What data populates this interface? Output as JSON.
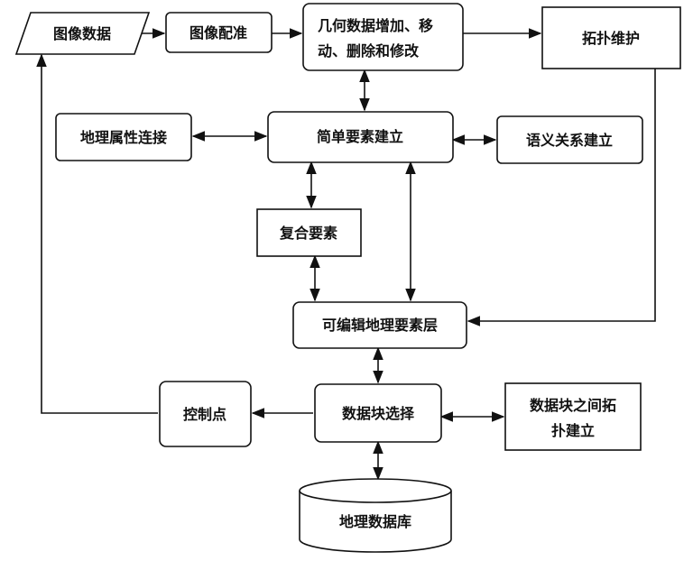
{
  "nodes": {
    "image_data": "图像数据",
    "image_registration": "图像配准",
    "geometry_edit_line1": "几何数据增加、移",
    "geometry_edit_line2": "动、删除和修改",
    "topology_maintain": "拓扑维护",
    "attribute_link": "地理属性连接",
    "simple_feature": "简单要素建立",
    "semantic_relation": "语义关系建立",
    "composite_feature": "复合要素",
    "editable_layer": "可编辑地理要素层",
    "control_points": "控制点",
    "block_select": "数据块选择",
    "block_topology_line1": "数据块之间拓",
    "block_topology_line2": "扑建立",
    "geo_database": "地理数据库"
  }
}
